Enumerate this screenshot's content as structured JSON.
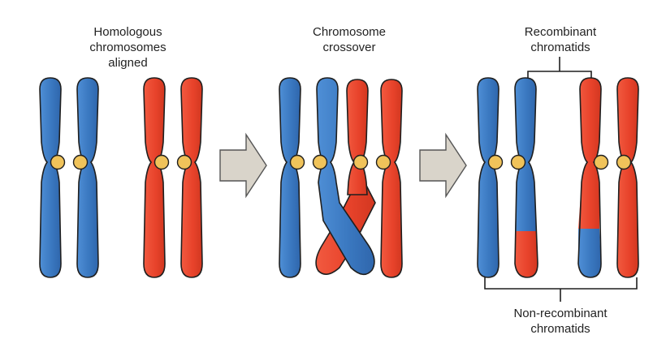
{
  "labels": {
    "homologous": [
      "Homologous",
      "chromosomes",
      "aligned"
    ],
    "crossover": [
      "Chromosome",
      "crossover"
    ],
    "recombinant": [
      "Recombinant",
      "chromatids"
    ],
    "non_recombinant": [
      "Non-recombinant",
      "chromatids"
    ]
  },
  "colors": {
    "maternal": "#3d7dc4",
    "paternal": "#e9402c",
    "centromere": "#f0c35a",
    "arrow": "#d9d4ca",
    "outline": "#1f1f1f"
  }
}
